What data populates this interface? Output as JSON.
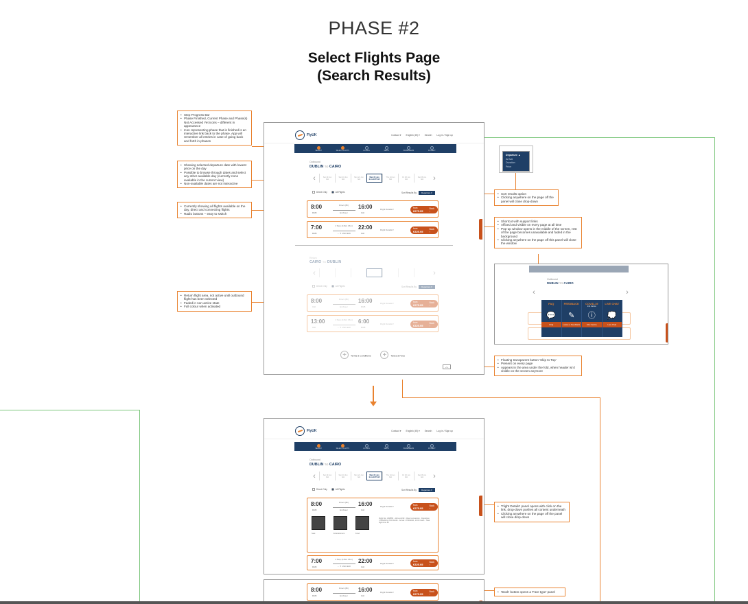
{
  "heading": {
    "phase": "PHASE #2",
    "title_line1": "Select Flights Page",
    "title_line2": "(Search Results)"
  },
  "site": {
    "logo_text": "FlyUK",
    "nav": [
      "Contact ▾",
      "English (IE) ▾",
      "Search",
      "Log in / Sign up"
    ],
    "steps": [
      "SEARCH",
      "SELECT FLIGHTS",
      "EXTRAS",
      "SEATS",
      "PASSENGERS",
      "PAYMENT"
    ]
  },
  "outbound": {
    "label": "Outbound",
    "from": "DUBLIN",
    "to_word": "TO",
    "to": "CAIRO",
    "dates": [
      {
        "day": "Sat 19 Jun",
        "price": "N/A"
      },
      {
        "day": "Sun 20 Jun",
        "price": "N/A"
      },
      {
        "day": "Mon 21 Jun",
        "price": "N/A"
      },
      {
        "day": "Wed 23 Jun",
        "price": "from €275.95"
      },
      {
        "day": "Thu 24 Jun",
        "price": "N/A"
      },
      {
        "day": "Fri 25 Jun",
        "price": "N/A"
      },
      {
        "day": "Sat 26 Jun",
        "price": "N/A"
      }
    ]
  },
  "filters": {
    "direct": "Direct Only",
    "all": "All Flights",
    "sort_label": "Sort Results By",
    "sort_value": "Departure ▾"
  },
  "flights_out": [
    {
      "dep": "8:00",
      "dep_ap": "DUB",
      "arr": "16:00",
      "arr_ap": "CAI",
      "duration": "Direct (8h)",
      "via": "Embraer",
      "details": "Flight Details ▾",
      "price_lbl": "from",
      "price": "€275.95",
      "book": "Book ›"
    },
    {
      "dep": "7:00",
      "dep_ap": "DUB",
      "arr": "22:00",
      "arr_ap": "CAI",
      "duration": "1 Stop (14hrs 15m)",
      "via": "→ ✈ 1h20 EDI",
      "details": "Flight Details ▾",
      "price_lbl": "from",
      "price": "€325.95",
      "book": "Book ›"
    }
  ],
  "return_section": {
    "label": "Return",
    "from": "CAIRO",
    "to_word": "TO",
    "to": "DUBLIN",
    "flights": [
      {
        "dep": "8:00",
        "dep_ap": "CAI",
        "arr": "16:00",
        "arr_ap": "DUB",
        "duration": "Direct (8h)",
        "via": "Embraer",
        "details": "Flight Details ▾",
        "price_lbl": "from",
        "price": "€275.95",
        "book": "Book ›"
      },
      {
        "dep": "13:00",
        "dep_ap": "CAI",
        "arr": "6:00",
        "arr_ap": "DUB",
        "duration": "1 Stop (14hrs 15m)",
        "via": "→ ✈ 1h20 EDI",
        "details": "Flight Details ▾",
        "price_lbl": "from",
        "price": "€325.95",
        "book": "Book ›"
      }
    ]
  },
  "footer": {
    "terms": "Terms & Conditions",
    "taxes": "Taxes & Fees"
  },
  "dropdown": {
    "title": "Departure ▲",
    "options": [
      "Arrival",
      "Duration",
      "Price"
    ]
  },
  "support": {
    "cols": [
      {
        "title": "FAQ",
        "sub": "",
        "icon": "💬",
        "foot": "FAQ"
      },
      {
        "title": "FEEDBACK",
        "sub": "",
        "icon": "✎",
        "foot": "Leave a Feedback"
      },
      {
        "title": "COVID-19",
        "sub": "Info Centre",
        "icon": "ⓘ",
        "foot": "Info Centre"
      },
      {
        "title": "LIVE CHAT",
        "sub": "",
        "icon": "💭",
        "foot": "Live Chat"
      }
    ]
  },
  "notes": {
    "n1": [
      "Step Progress Bar",
      "Phase Finished, Current Phase and Phase(s) Not Accessed Yet icons – different in appearance",
      "Icon representing phase that is finished is an interactive link back to the phase. App will remember all entries in case of going back and forth in phases"
    ],
    "n2": [
      "Showing selected departure date with lowest price on the day",
      "Possible to browse through dates and select any other available day (currently none available in the current view)",
      "Non-available dates are not interactive"
    ],
    "n3": [
      "Currently showing all flights available on the day, direct and connecting flights",
      "Radio buttons – easy to switch"
    ],
    "n4": [
      "Return flight area, not active until outbound flight has been selected",
      "Faded in non-active state",
      "Full colour when activated"
    ],
    "n5": [
      "Sort results option",
      "Clicking anywhere on the page off the panel will close drop-down"
    ],
    "n6": [
      "Shortcut with support links",
      "Affixed and visible on every page at all time",
      "Pop-up window opens in the middle of the screen, rest of the page becomes unavailable and faded in the background",
      "Clicking anywhere on the page off this panel will close the window"
    ],
    "n7": [
      "Floating transparent button 'Skip to Top'",
      "Present on every page",
      "Appears in the area under the fold, when header isn't visible on the screen anymore"
    ],
    "n8": [
      "'Flight Details' panel opens with click on the link, drop-down pushes all content underneath",
      "Clicking anywhere on the page off the panel will close drop-down"
    ],
    "n9": [
      "'Book' button opens a 'Fare type' panel"
    ]
  },
  "details_panel": {
    "items": [
      "Seat",
      "Entertainment",
      "Food"
    ],
    "info": "Flight No: UK8856 · Airbus A319 · Direct connection · Departure: 17/06/2021, 8:00 Dublin · Arrival: 17/06/2021, 16:00 Cairo · Total flight time 8h"
  },
  "colors": {
    "navy": "#1f3f66",
    "orange": "#e9822f",
    "rust": "#c8511b",
    "green": "#7bc67b"
  }
}
